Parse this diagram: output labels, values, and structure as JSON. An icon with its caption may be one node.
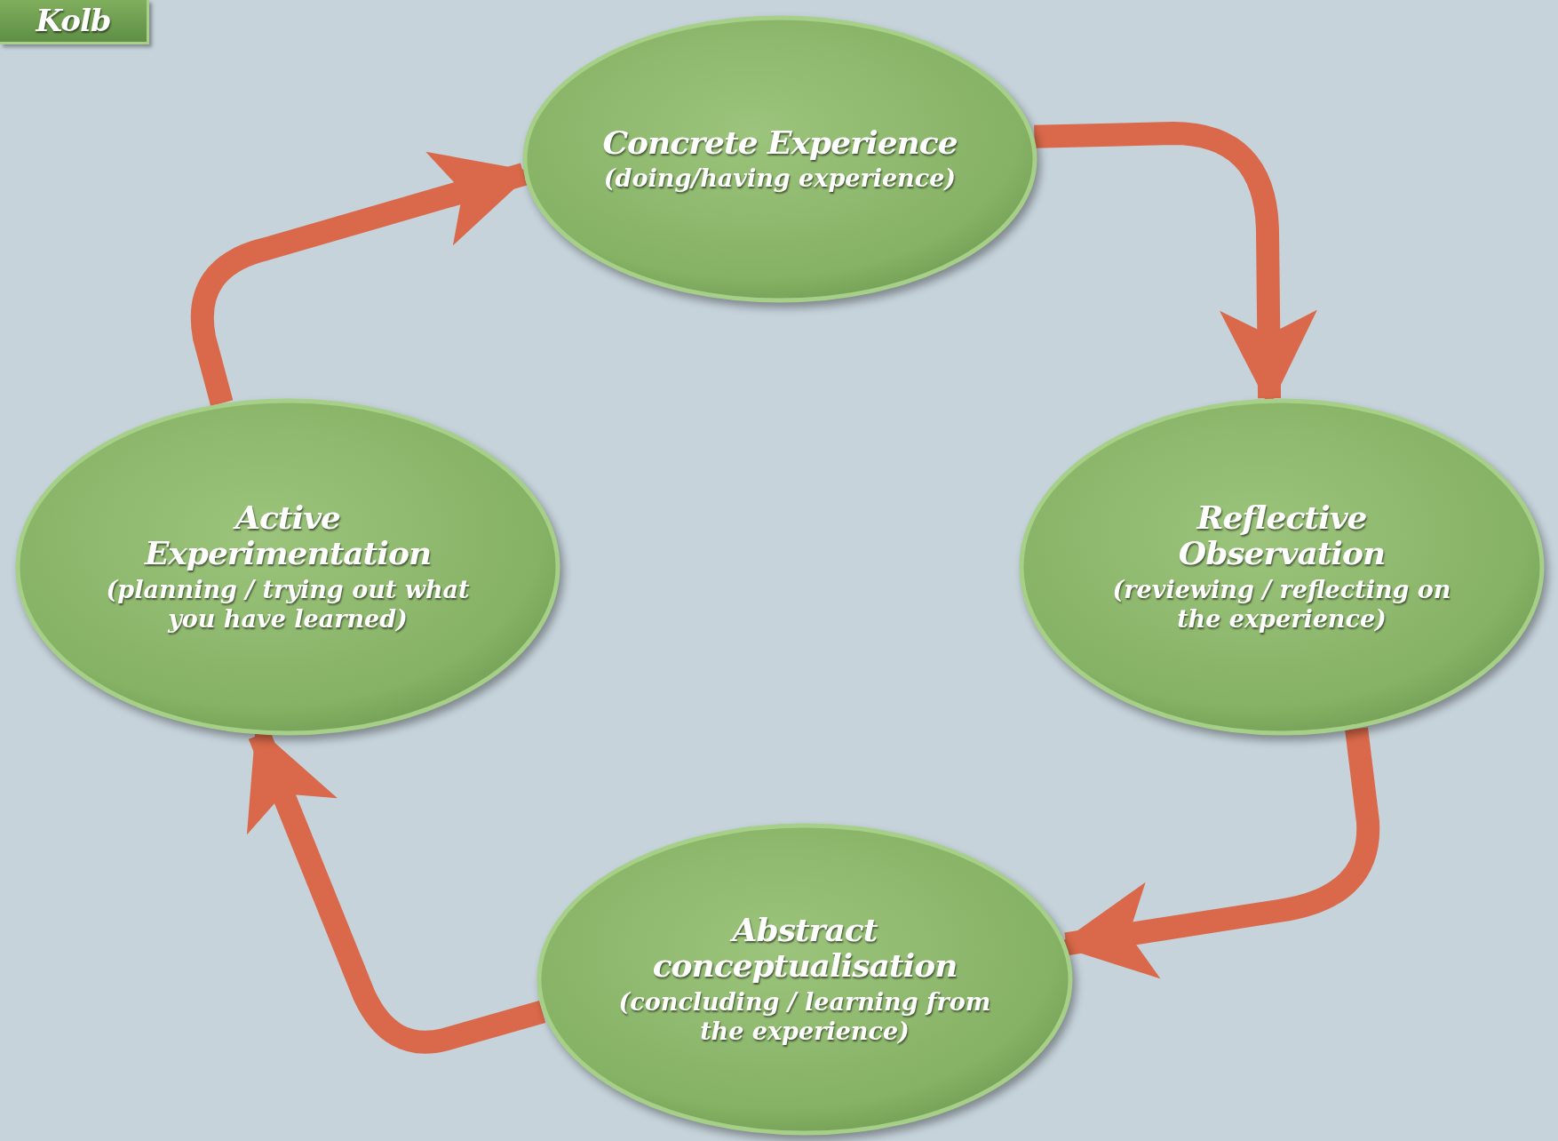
{
  "diagram": {
    "nodes": [
      {
        "text": [
          "Kolb"
        ]
      },
      {
        "text": [
          "Concrete Experience",
          "(doing/having experience)"
        ]
      },
      {
        "text": [
          "Reflective Observation",
          "(reviewing / reflecting on the experience)"
        ]
      },
      {
        "text": [
          "Abstract conceptualisation",
          "(concluding / learning from the experience)"
        ]
      },
      {
        "text": [
          "Active Experimentation",
          "(planning / trying out what you have learned)"
        ]
      }
    ],
    "edges": [
      {
        "from": 1,
        "to": 2,
        "arrow": "to"
      },
      {
        "from": 2,
        "to": 3,
        "arrow": "to"
      },
      {
        "from": 3,
        "to": 4,
        "arrow": "to"
      },
      {
        "from": 4,
        "to": 1,
        "arrow": "to"
      }
    ]
  }
}
